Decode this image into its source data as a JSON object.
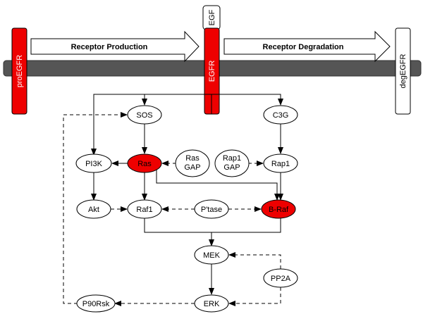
{
  "colors": {
    "active": "#ee0000",
    "membrane": "#555555",
    "stroke": "#000000",
    "node_fill": "#ffffff"
  },
  "membrane": {
    "proegfr": "proEGFR",
    "egfr": "EGFR",
    "degegfr": "degEGFR",
    "egf": "EGF",
    "production": "Receptor Production",
    "degradation": "Receptor Degradation"
  },
  "nodes": {
    "sos": "SOS",
    "c3g": "C3G",
    "pi3k": "PI3K",
    "ras": "Ras",
    "ras_gap_1": "Ras",
    "ras_gap_2": "GAP",
    "rap1_gap_1": "Rap1",
    "rap1_gap_2": "GAP",
    "rap1": "Rap1",
    "akt": "Akt",
    "raf1": "Raf1",
    "ptase": "P'tase",
    "braf": "B-Raf",
    "mek": "MEK",
    "pp2a": "PP2A",
    "p90rsk": "P90Rsk",
    "erk": "ERK"
  }
}
